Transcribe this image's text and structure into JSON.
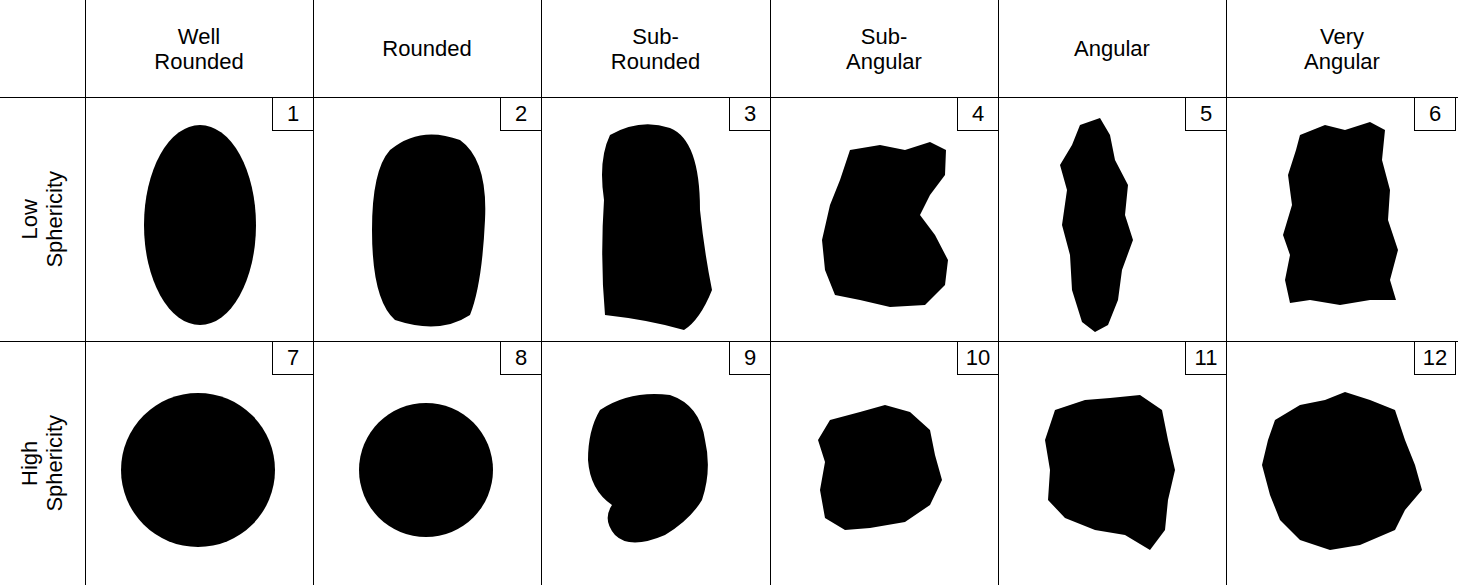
{
  "diagram": {
    "labels": [
      "Well Rounded",
      "Rounded",
      "Sub-Rounded",
      "Sub-Angular",
      "Angular",
      "Very Angular",
      "Low Sphericity",
      "1",
      "2",
      "3",
      "4",
      "5",
      "6",
      "High Sphericity",
      "7",
      "8",
      "9",
      "10",
      "11",
      "12"
    ]
  }
}
